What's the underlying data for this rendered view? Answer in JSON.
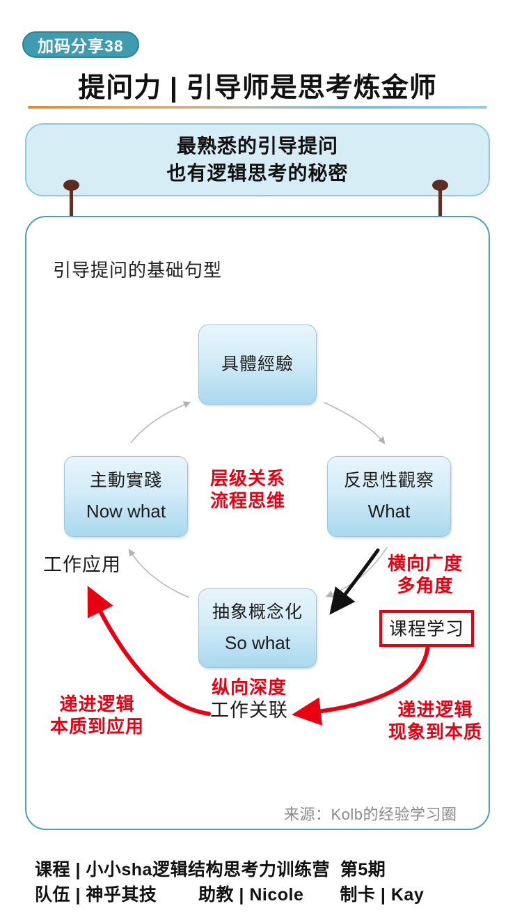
{
  "header": {
    "badge_label": "加码分享38",
    "title": "提问力 | 引导师是思考炼金师",
    "rule_gradient_from": "#e08a2e",
    "rule_gradient_to": "#8fd0df"
  },
  "subtitle": {
    "line1": "最熟悉的引导提问",
    "line2": "也有逻辑思考的秘密",
    "bg_color": "#d7edf5",
    "border_color": "#8cc9dc"
  },
  "card": {
    "heading": "引导提问的基础句型",
    "border_color": "#4d9fb5",
    "source_note": "来源：Kolb的经验学习圈"
  },
  "chart_data": {
    "type": "diagram",
    "title": "引导提问的基础句型",
    "subtitle": "Kolb的经验学习圈",
    "nodes": [
      {
        "id": "concrete-experience",
        "position": "top",
        "cn": "具體經驗",
        "en": ""
      },
      {
        "id": "reflective-observation",
        "position": "right",
        "cn": "反思性觀察",
        "en": "What"
      },
      {
        "id": "abstract-conceptualization",
        "position": "bottom",
        "cn": "抽象概念化",
        "en": "So what"
      },
      {
        "id": "active-experimentation",
        "position": "left",
        "cn": "主動實踐",
        "en": "Now what"
      }
    ],
    "cycle_direction": "clockwise: 具體經驗 → 反思性觀察 → 抽象概念化 → 主動實踐",
    "annotations": [
      {
        "id": "center",
        "color": "#e60012",
        "lines": [
          "层级关系",
          "流程思维"
        ]
      },
      {
        "id": "breadth",
        "color": "#e60012",
        "lines": [
          "横向广度",
          "多角度"
        ]
      },
      {
        "id": "depth",
        "color": "#e60012",
        "lines": [
          "纵向深度"
        ]
      },
      {
        "id": "depth-sub",
        "color": "#1a1a1a",
        "lines": [
          "工作关联"
        ]
      },
      {
        "id": "progressive-left",
        "color": "#e60012",
        "lines": [
          "递进逻辑",
          "本质到应用"
        ]
      },
      {
        "id": "progressive-right",
        "color": "#e60012",
        "lines": [
          "递进逻辑",
          "现象到本质"
        ]
      },
      {
        "id": "work-application",
        "color": "#1a1a1a",
        "lines": [
          "工作应用"
        ]
      },
      {
        "id": "course-study",
        "color": "#1a1a1a",
        "box_border": "#e60012",
        "lines": [
          "课程学习"
        ]
      }
    ]
  },
  "boxes": {
    "top": {
      "cn": "具體經驗",
      "en": ""
    },
    "left": {
      "cn": "主動實踐",
      "en": "Now what"
    },
    "right": {
      "cn": "反思性觀察",
      "en": "What"
    },
    "bottom": {
      "cn": "抽象概念化",
      "en": "So what"
    }
  },
  "annotations": {
    "center_line1": "层级关系",
    "center_line2": "流程思维",
    "breadth_line1": "横向广度",
    "breadth_line2": "多角度",
    "depth_line1": "纵向深度",
    "depth_line2": "工作关联",
    "left_prog_line1": "递进逻辑",
    "left_prog_line2": "本质到应用",
    "right_prog_line1": "递进逻辑",
    "right_prog_line2": "现象到本质",
    "work_application": "工作应用",
    "course_study": "课程学习",
    "red_color": "#e60012"
  },
  "footer": {
    "line1": "课程 | 小小sha逻辑结构思考力训练营  第5期",
    "line2": "队伍 | 神乎其技        助教 | Nicole       制卡 | Kay"
  }
}
